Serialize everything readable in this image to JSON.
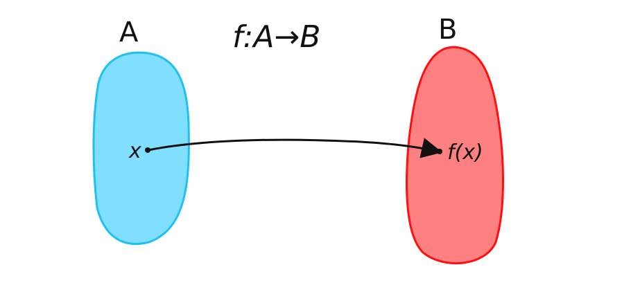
{
  "title": "f:A→B",
  "sets": [
    {
      "label": "A",
      "element": "x",
      "fill": "#80dfff",
      "stroke": "#20c0f0"
    },
    {
      "label": "B",
      "element": "f(x)",
      "fill": "#ff8080",
      "stroke": "#ff1010"
    }
  ],
  "arrow_color": "#111111"
}
